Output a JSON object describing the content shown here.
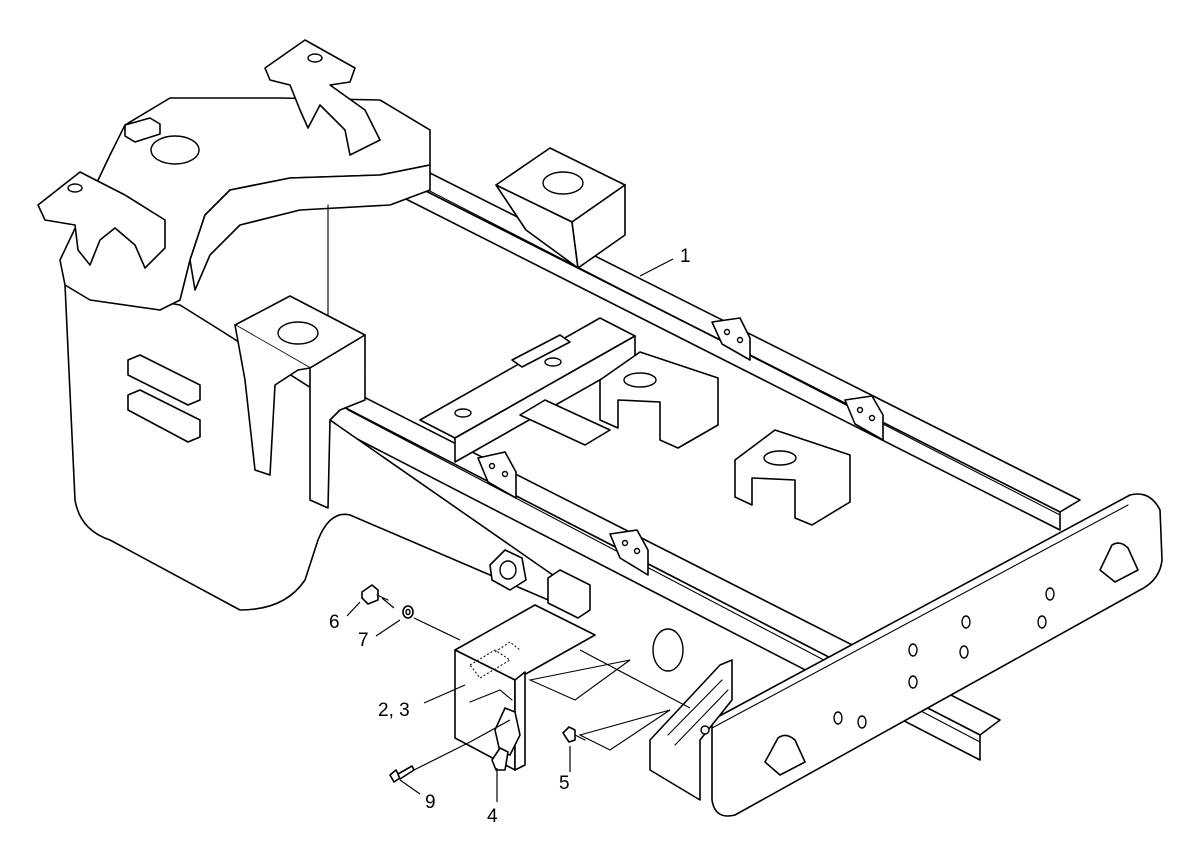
{
  "callouts": {
    "c1": "1",
    "c23": "2, 3",
    "c4": "4",
    "c5": "5",
    "c6": "6",
    "c7": "7",
    "c9": "9"
  },
  "colors": {
    "line": "#000000",
    "background": "#ffffff"
  }
}
